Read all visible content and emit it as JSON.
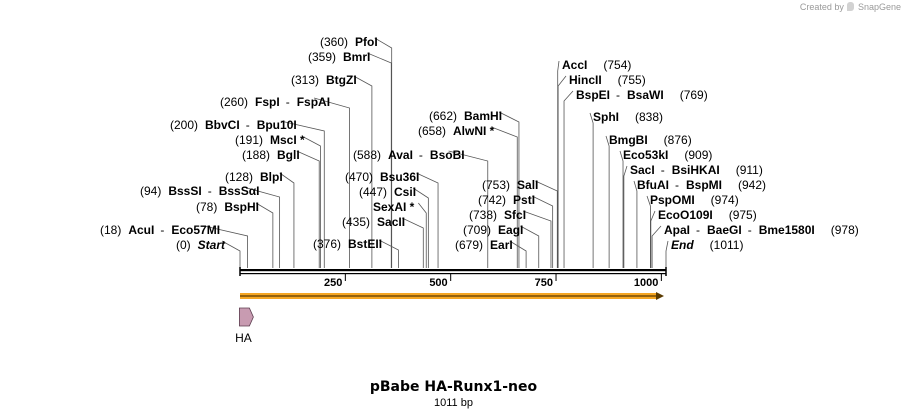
{
  "credit": {
    "prefix": "Created by",
    "brand": "SnapGene"
  },
  "title": "pBabe HA-Runx1-neo",
  "subtitle": "1011 bp",
  "sequence_length": 1011,
  "ticks": [
    "250",
    "500",
    "750",
    "1000"
  ],
  "tick_values": [
    250,
    500,
    750,
    1000
  ],
  "feature": {
    "name": "HA",
    "start": 1,
    "end": 27,
    "color": "#c89bb1"
  },
  "orf_color": "#f5a623",
  "sites": [
    {
      "id": "start",
      "pos": "(0)",
      "enzymes": [
        "Start"
      ],
      "site": 0,
      "special": true
    },
    {
      "id": "acui",
      "pos": "(18)",
      "enzymes": [
        "AcuI",
        "Eco57MI"
      ],
      "site": 18
    },
    {
      "id": "bsphi",
      "pos": "(78)",
      "enzymes": [
        "BspHI"
      ],
      "site": 78
    },
    {
      "id": "bsssi",
      "pos": "(94)",
      "enzymes": [
        "BssSI",
        "BssSαI"
      ],
      "site": 94
    },
    {
      "id": "blpi",
      "pos": "(128)",
      "enzymes": [
        "BlpI"
      ],
      "site": 128
    },
    {
      "id": "bgli",
      "pos": "(188)",
      "enzymes": [
        "BglI"
      ],
      "site": 188
    },
    {
      "id": "msci",
      "pos": "(191)",
      "enzymes": [
        "MscI *"
      ],
      "site": 191
    },
    {
      "id": "bbvci",
      "pos": "(200)",
      "enzymes": [
        "BbvCI",
        "Bpu10I"
      ],
      "site": 200
    },
    {
      "id": "fspi",
      "pos": "(260)",
      "enzymes": [
        "FspI",
        "FspAI"
      ],
      "site": 260
    },
    {
      "id": "btgzi",
      "pos": "(313)",
      "enzymes": [
        "BtgZI"
      ],
      "site": 313
    },
    {
      "id": "bmri",
      "pos": "(359)",
      "enzymes": [
        "BmrI"
      ],
      "site": 359
    },
    {
      "id": "pfoi",
      "pos": "(360)",
      "enzymes": [
        "PfoI"
      ],
      "site": 360
    },
    {
      "id": "bsteii",
      "pos": "(376)",
      "enzymes": [
        "BstEII"
      ],
      "site": 376
    },
    {
      "id": "sacii",
      "pos": "(435)",
      "enzymes": [
        "SacII"
      ],
      "site": 435
    },
    {
      "id": "sexai",
      "pos": "",
      "enzymes": [
        "SexAI *"
      ],
      "site": 442
    },
    {
      "id": "csii",
      "pos": "(447)",
      "enzymes": [
        "CsiI"
      ],
      "site": 447
    },
    {
      "id": "bsu36i",
      "pos": "(470)",
      "enzymes": [
        "Bsu36I"
      ],
      "site": 470
    },
    {
      "id": "avai",
      "pos": "(588)",
      "enzymes": [
        "AvaI",
        "BsoBI"
      ],
      "site": 588
    },
    {
      "id": "alwni",
      "pos": "(658)",
      "enzymes": [
        "AlwNI *"
      ],
      "site": 658
    },
    {
      "id": "bamhi",
      "pos": "(662)",
      "enzymes": [
        "BamHI"
      ],
      "site": 662
    },
    {
      "id": "eari",
      "pos": "(679)",
      "enzymes": [
        "EarI"
      ],
      "site": 679
    },
    {
      "id": "eagi",
      "pos": "(709)",
      "enzymes": [
        "EagI"
      ],
      "site": 709
    },
    {
      "id": "sfci",
      "pos": "(738)",
      "enzymes": [
        "SfcI"
      ],
      "site": 738
    },
    {
      "id": "psti",
      "pos": "(742)",
      "enzymes": [
        "PstI"
      ],
      "site": 742
    },
    {
      "id": "sali",
      "pos": "(753)",
      "enzymes": [
        "SalI"
      ],
      "site": 753
    },
    {
      "id": "acci",
      "pos": "(754)",
      "enzymes": [
        "AccI"
      ],
      "site": 754
    },
    {
      "id": "hincii",
      "pos": "(755)",
      "enzymes": [
        "HincII"
      ],
      "site": 755
    },
    {
      "id": "bspei",
      "pos": "(769)",
      "enzymes": [
        "BspEI",
        "BsaWI"
      ],
      "site": 769
    },
    {
      "id": "sphi",
      "pos": "(838)",
      "enzymes": [
        "SphI"
      ],
      "site": 838
    },
    {
      "id": "bmgbi",
      "pos": "(876)",
      "enzymes": [
        "BmgBI"
      ],
      "site": 876
    },
    {
      "id": "eco53ki",
      "pos": "(909)",
      "enzymes": [
        "Eco53kI"
      ],
      "site": 909
    },
    {
      "id": "saci",
      "pos": "(911)",
      "enzymes": [
        "SacI",
        "BsiHKAI"
      ],
      "site": 911
    },
    {
      "id": "bfuai",
      "pos": "(942)",
      "enzymes": [
        "BfuAI",
        "BspMI"
      ],
      "site": 942
    },
    {
      "id": "pspomi",
      "pos": "(974)",
      "enzymes": [
        "PspOMI"
      ],
      "site": 974
    },
    {
      "id": "eco0109i",
      "pos": "(975)",
      "enzymes": [
        "EcoO109I"
      ],
      "site": 975
    },
    {
      "id": "apai",
      "pos": "(978)",
      "enzymes": [
        "ApaI",
        "BaeGI",
        "Bme1580I"
      ],
      "site": 978
    },
    {
      "id": "end",
      "pos": "(1011)",
      "enzymes": [
        "End"
      ],
      "site": 1011,
      "special": true
    }
  ]
}
